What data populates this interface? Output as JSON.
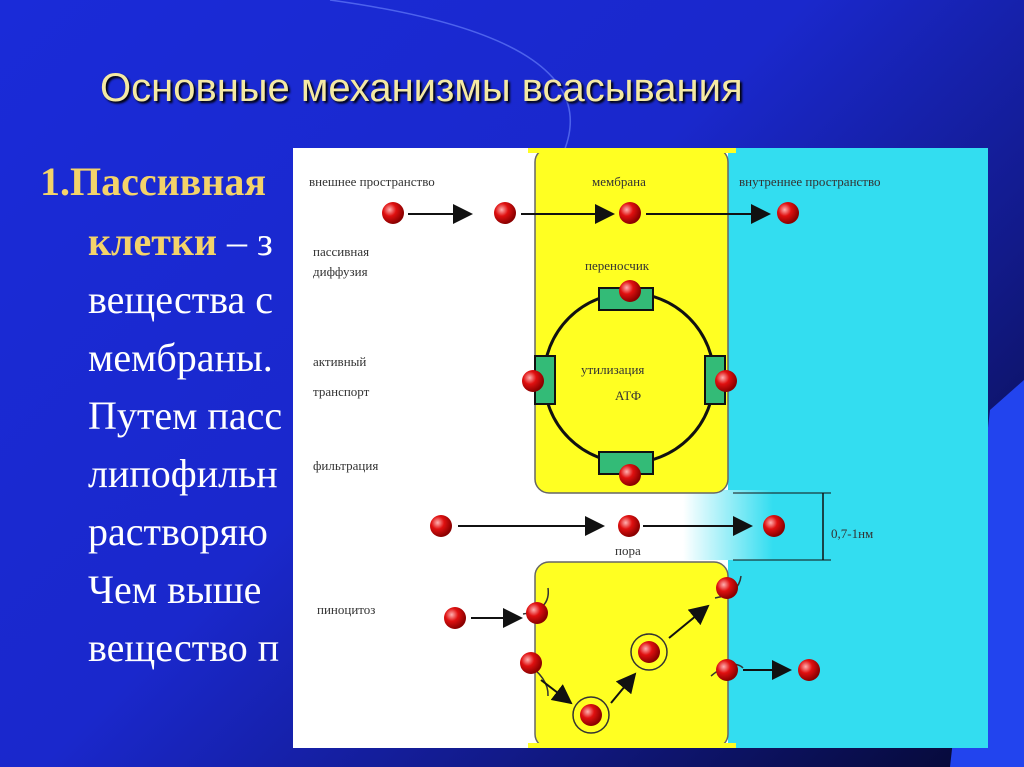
{
  "slide": {
    "title": "Основные механизмы всасывания",
    "list_number": "1.",
    "line1_bold": "Пассивная",
    "line2_bold": "клетки",
    "line2_rest": " – з",
    "line3": "вещества с",
    "line4": "мембраны.",
    "line5": "Путем пасс",
    "line6": "липофильн",
    "line7": "растворяю",
    "line8": "Чем выше",
    "line9": "вещество п"
  },
  "figure": {
    "labels": {
      "outer_space": "внешнее пространство",
      "membrane": "мембрана",
      "inner_space": "внутреннее пространство",
      "passive_diffusion_1": "пассивная",
      "passive_diffusion_2": "диффузия",
      "carrier": "переносчик",
      "active_transport_1": "активный",
      "active_transport_2": "транспорт",
      "atp_utilization_1": "утилизация",
      "atp_utilization_2": "АТФ",
      "filtration": "фильтрация",
      "pore": "пора",
      "pore_size": "0,7-1нм",
      "pinocytosis": "пиноцитоз"
    },
    "colors": {
      "membrane": "#ffff22",
      "inner": "#33ddf0",
      "molecule": "#dd0000",
      "carrier": "#33bb77"
    }
  }
}
